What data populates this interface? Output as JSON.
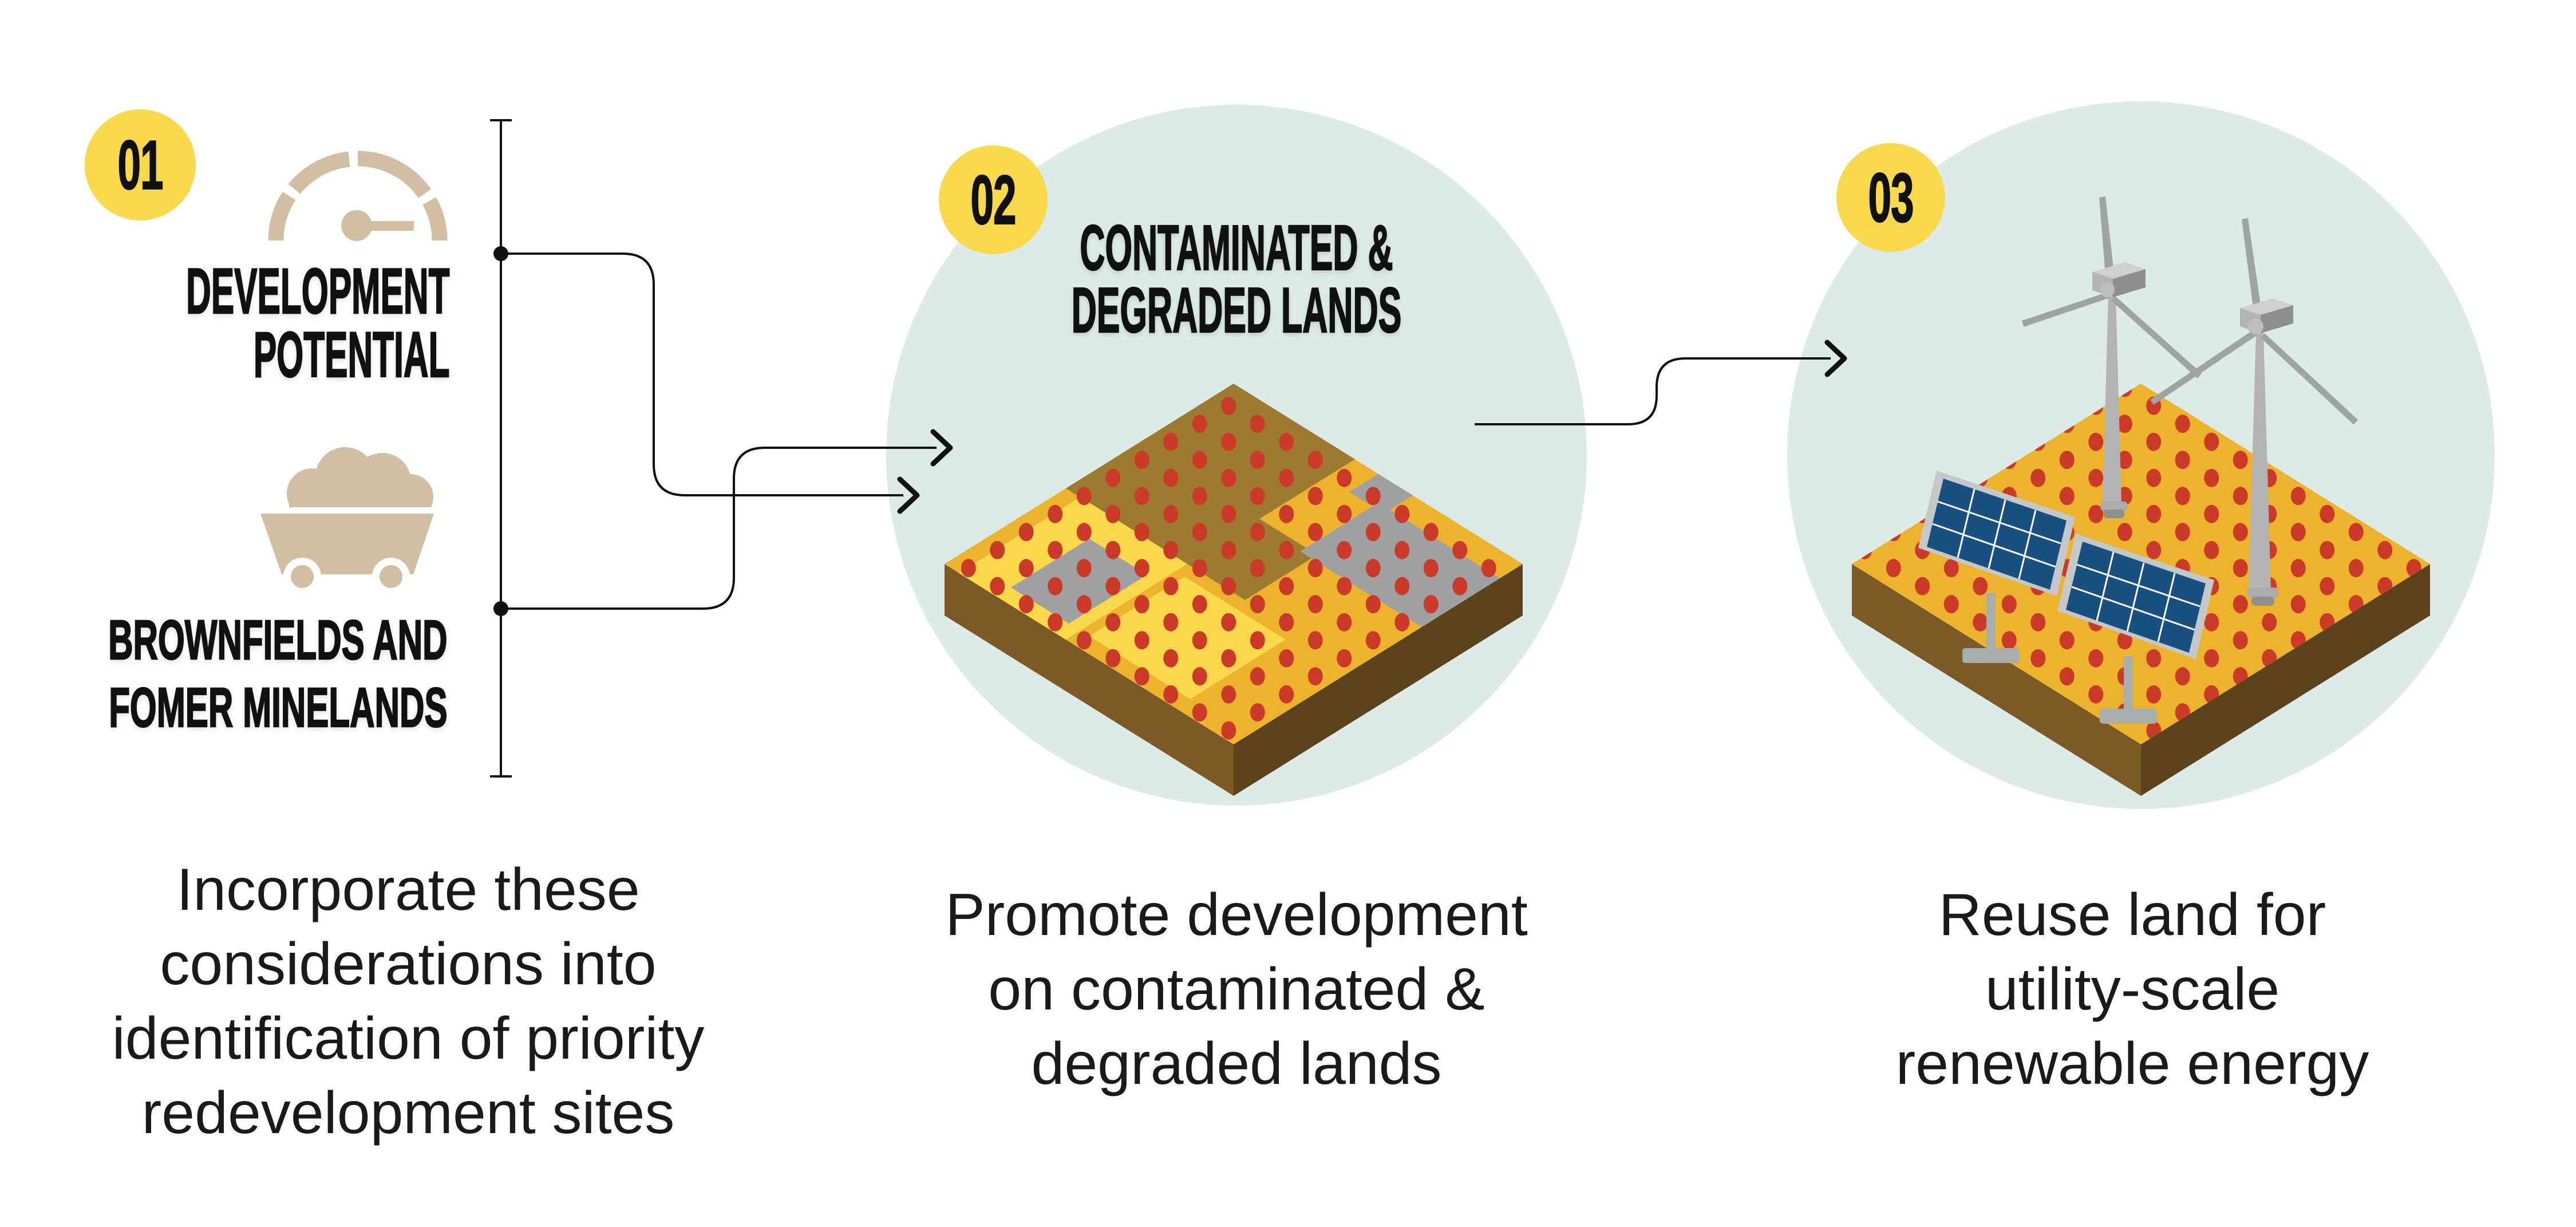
{
  "steps": [
    {
      "badge": "01",
      "items": [
        {
          "icon": "gauge-icon",
          "label_lines": [
            "DEVELOPMENT",
            "POTENTIAL"
          ]
        },
        {
          "icon": "mine-cart-icon",
          "label_lines": [
            "BROWNFIELDS AND",
            "FOMER MINELANDS"
          ]
        }
      ],
      "caption_lines": [
        "Incorporate these",
        "considerations into",
        "identification of priority",
        "redevelopment sites"
      ]
    },
    {
      "badge": "02",
      "heading_lines": [
        "CONTAMINATED &",
        "DEGRADED LANDS"
      ],
      "items": [
        {
          "icon": "contaminated-land-icon"
        }
      ],
      "caption_lines": [
        "Promote development",
        "on contaminated &",
        "degraded lands"
      ]
    },
    {
      "badge": "03",
      "items": [
        {
          "icon": "wind-turbines-icon"
        },
        {
          "icon": "solar-panels-icon"
        }
      ],
      "caption_lines": [
        "Reuse land for",
        "utility-scale",
        "renewable energy"
      ]
    }
  ],
  "flow": {
    "arrows": [
      "criteria-to-step2-upper",
      "criteria-to-step2-lower",
      "step2-to-step3"
    ]
  },
  "colors": {
    "background": "#FFFFFF",
    "badge_yellow": "#F8D94B",
    "circle_teal": "#DCEBE7",
    "icon_tan": "#D2BEA3",
    "land_yellow_light": "#F9D84A",
    "land_amber": "#EDB32D",
    "land_olive": "#9C7B31",
    "land_gray": "#9EA0A2",
    "land_side_left": "#7B5A27",
    "land_side_right": "#5C421D",
    "dot_red": "#CB3928",
    "solar_blue": "#175081",
    "turbine_gray": "#9FA3A4",
    "line_black": "#111111",
    "text_black": "#1A1A1A"
  }
}
